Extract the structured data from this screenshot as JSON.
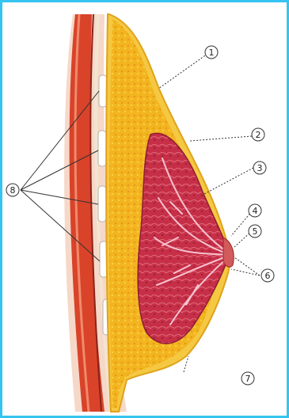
{
  "labels": [
    {
      "id": "1",
      "text": "1"
    },
    {
      "id": "2",
      "text": "2"
    },
    {
      "id": "3",
      "text": "3"
    },
    {
      "id": "4",
      "text": "4"
    },
    {
      "id": "5",
      "text": "5"
    },
    {
      "id": "6",
      "text": "6"
    },
    {
      "id": "7",
      "text": "7"
    },
    {
      "id": "8",
      "text": "8"
    }
  ],
  "colors": {
    "border": "#35c4f2",
    "muscle": "#d9432a",
    "skin": "#f4c23a",
    "fat": "#f1b21f",
    "gland": "#c8304a",
    "duct": "#f2b6c6"
  }
}
